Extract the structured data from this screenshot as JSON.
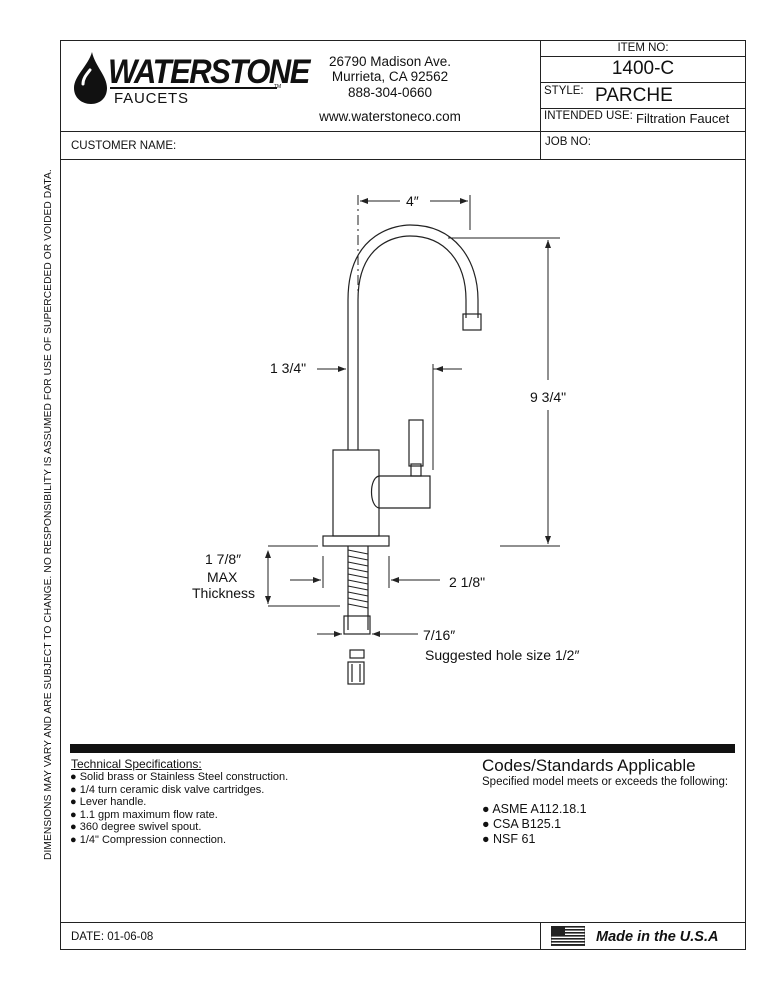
{
  "brand": {
    "name": "WATERSTONE",
    "sub": "FAUCETS",
    "tm": "TM"
  },
  "address": {
    "street": "26790 Madison Ave.",
    "city": "Murrieta, CA 92562",
    "phone": "888-304-0660",
    "website": "www.waterstoneco.com"
  },
  "item": {
    "item_no_label": "ITEM NO:",
    "item_no": "1400-C",
    "style_label": "STYLE:",
    "style": "PARCHE",
    "intended_use_label": "INTENDED USE:",
    "intended_use": "Filtration Faucet"
  },
  "customer_label": "CUSTOMER NAME:",
  "job_label": "JOB NO:",
  "side_note": "DIMENSIONS MAY VARY AND ARE SUBJECT TO CHANGE. NO RESPONSIBILITY IS ASSUMED FOR USE OF SUPERCEDED OR VOIDED DATA.",
  "dimensions": {
    "spout_reach": "4″",
    "base_diameter": "1 3/4\"",
    "height": "9 3/4\"",
    "max_thickness_value": "1 7/8″",
    "max_thickness_line1": "MAX",
    "max_thickness_line2": "Thickness",
    "base_width": "2 1/8\"",
    "shank": "7/16″",
    "hole_size": "Suggested hole size 1/2″"
  },
  "tech_specs": {
    "title": "Technical Specifications:",
    "items": [
      "Solid brass or Stainless Steel construction.",
      "1/4 turn ceramic disk valve cartridges.",
      "Lever handle.",
      "1.1 gpm maximum flow rate.",
      "360 degree swivel spout.",
      "1/4\" Compression connection."
    ]
  },
  "codes": {
    "title": "Codes/Standards Applicable",
    "subtitle": "Specified model meets or exceeds the following:",
    "items": [
      "ASME A112.18.1",
      "CSA B125.1",
      "NSF 61"
    ]
  },
  "footer": {
    "date": "DATE: 01-06-08",
    "made_in": "Made in the U.S.A"
  }
}
